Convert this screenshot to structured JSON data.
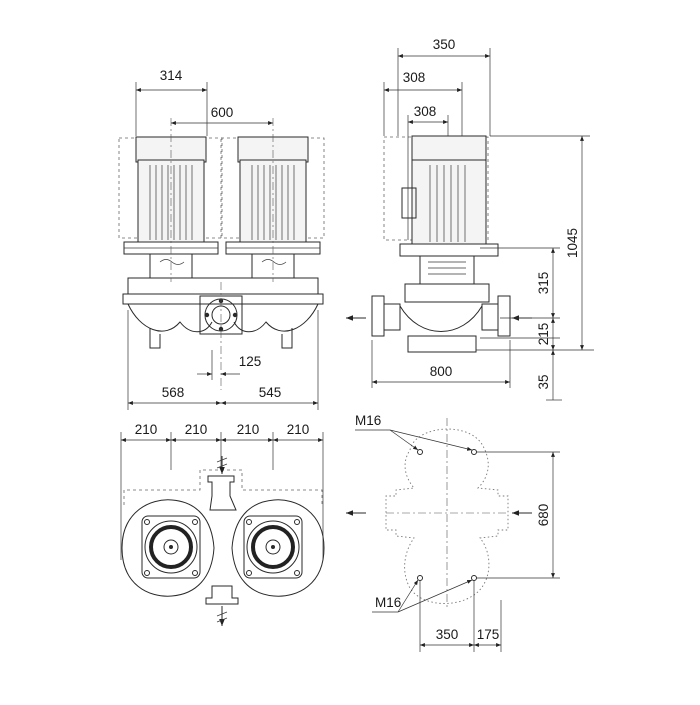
{
  "dimensions": {
    "front_motor_width": "314",
    "front_shaft_distance": "600",
    "front_flange_offset": "125",
    "front_left_length": "568",
    "front_right_length": "545",
    "side_width_total": "350",
    "side_width_a": "308",
    "side_width_b": "308",
    "side_total_height": "1045",
    "side_height_315": "315",
    "side_height_215": "215",
    "side_base_height": "35",
    "side_port_length": "800",
    "top_210_1": "210",
    "top_210_2": "210",
    "top_210_3": "210",
    "top_210_4": "210",
    "base_bolt_top": "M16",
    "base_bolt_bottom": "M16",
    "base_height_680": "680",
    "base_width_350": "350",
    "base_width_175": "175"
  },
  "colors": {
    "line": "#2a2a2a",
    "motor_fill": "#f4f4f4"
  },
  "icons": [
    "flow-arrow-icon"
  ]
}
